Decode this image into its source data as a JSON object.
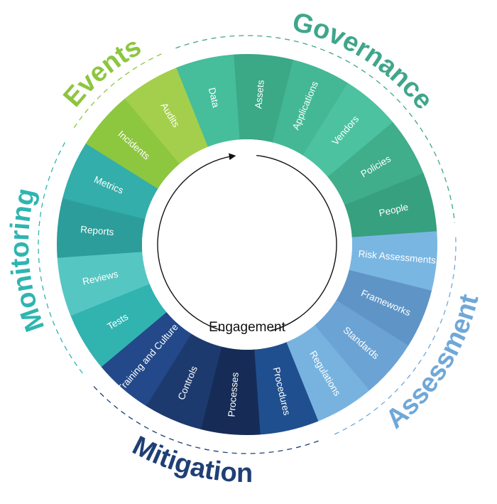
{
  "diagram": {
    "center_label": "Engagement",
    "groups": [
      {
        "title": "Governance",
        "color": "#3fa68b",
        "segments": [
          {
            "label": "Data",
            "color": "#46bd9b"
          },
          {
            "label": "Assets",
            "color": "#3ba886"
          },
          {
            "label": "Applications",
            "color": "#44b894"
          },
          {
            "label": "Vendors",
            "color": "#4cc2a0"
          },
          {
            "label": "Policies",
            "color": "#40ad8b"
          },
          {
            "label": "People",
            "color": "#37a07f"
          }
        ]
      },
      {
        "title": "Assessment",
        "color": "#6fa8d8",
        "segments": [
          {
            "label": "Risk Assessments",
            "color": "#7ab6e2"
          },
          {
            "label": "Frameworks",
            "color": "#5f95c6"
          },
          {
            "label": "Standards",
            "color": "#6ca3d5"
          },
          {
            "label": "Regulations",
            "color": "#78b3df"
          }
        ]
      },
      {
        "title": "Mitigation",
        "color": "#1f3f75",
        "segments": [
          {
            "label": "Procedures",
            "color": "#1f4f8e"
          },
          {
            "label": "Processes",
            "color": "#162c56"
          },
          {
            "label": "Controls",
            "color": "#1d3a6e"
          },
          {
            "label": "Training and Culture",
            "color": "#23498a"
          }
        ]
      },
      {
        "title": "Monitoring",
        "color": "#2fb5b0",
        "segments": [
          {
            "label": "Tests",
            "color": "#31b3b0"
          },
          {
            "label": "Reviews",
            "color": "#56c6c3"
          },
          {
            "label": "Reports",
            "color": "#2c9d9a"
          },
          {
            "label": "Metrics",
            "color": "#33aeaa"
          }
        ]
      },
      {
        "title": "Events",
        "color": "#8cc63f",
        "segments": [
          {
            "label": "Incidents",
            "color": "#8dc63f"
          },
          {
            "label": "Audits",
            "color": "#a4cf4c"
          }
        ]
      }
    ]
  }
}
